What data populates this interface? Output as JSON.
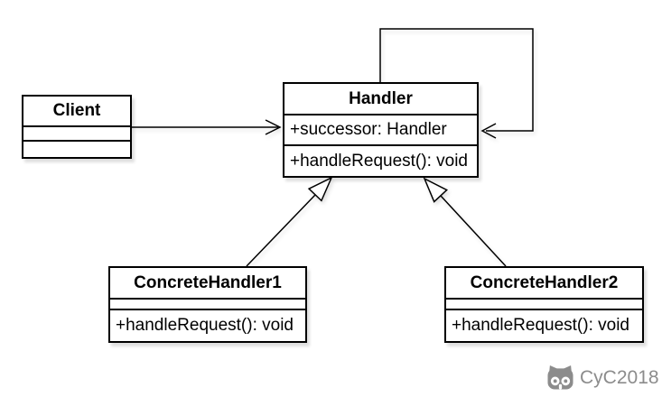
{
  "diagram": {
    "type": "uml-class-diagram",
    "classes": {
      "client": {
        "name": "Client",
        "attributes": [],
        "methods": []
      },
      "handler": {
        "name": "Handler",
        "attributes": [
          "+successor: Handler"
        ],
        "methods": [
          "+handleRequest(): void"
        ]
      },
      "concrete_handler_1": {
        "name": "ConcreteHandler1",
        "attributes": [],
        "methods": [
          "+handleRequest(): void"
        ]
      },
      "concrete_handler_2": {
        "name": "ConcreteHandler2",
        "attributes": [],
        "methods": [
          "+handleRequest(): void"
        ]
      }
    },
    "relationships": [
      {
        "type": "association",
        "from": "Client",
        "to": "Handler"
      },
      {
        "type": "self-association",
        "from": "Handler",
        "to": "Handler"
      },
      {
        "type": "generalization",
        "from": "ConcreteHandler1",
        "to": "Handler"
      },
      {
        "type": "generalization",
        "from": "ConcreteHandler2",
        "to": "Handler"
      }
    ],
    "colors": {
      "stroke": "#000000",
      "fill": "#ffffff",
      "text": "#000000",
      "watermark": "#8c8c8c"
    }
  },
  "watermark": {
    "icon": "github-cat-icon",
    "text": "CyC2018"
  }
}
